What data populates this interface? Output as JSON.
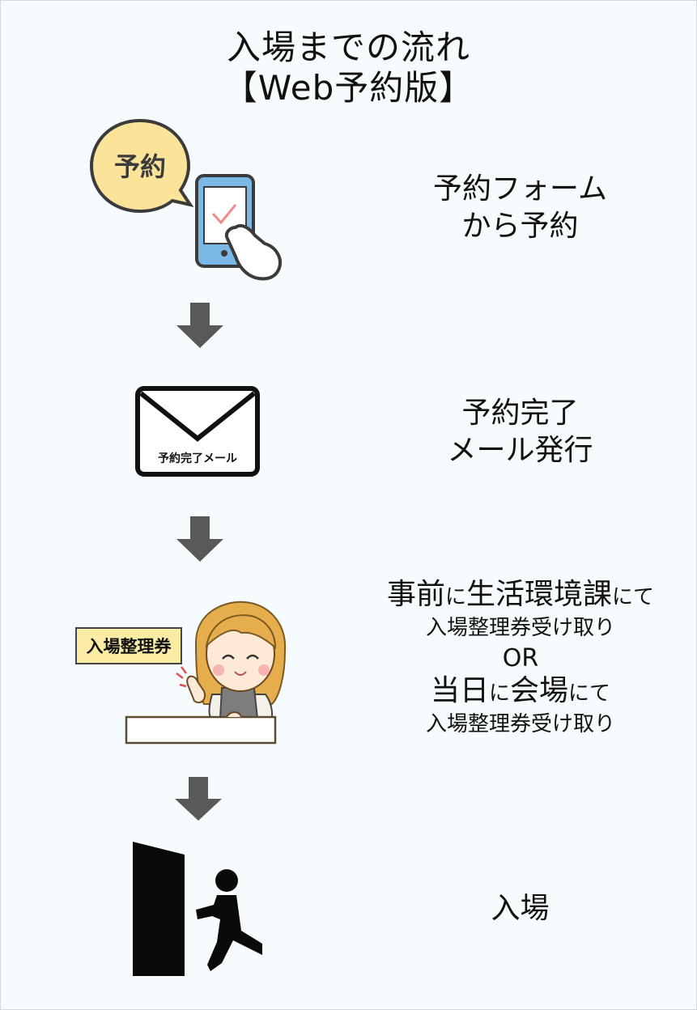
{
  "title": {
    "line1": "入場までの流れ",
    "line2": "【Web予約版】"
  },
  "icons": {
    "reserve_bubble_label": "予約",
    "envelope_label": "予約完了メール",
    "ticket_sign_label": "入場整理券"
  },
  "steps": [
    {
      "line1": "予約フォーム",
      "line2": "から予約"
    },
    {
      "line1": "予約完了",
      "line2": "メール発行"
    },
    {
      "line1_big": "事前",
      "line1_small_a": "に",
      "line1_big_b": "生活環境課",
      "line1_small_b": "にて",
      "line2": "入場整理券受け取り",
      "or": "OR",
      "line3_big": "当日",
      "line3_small_a": "に",
      "line3_big_b": "会場",
      "line3_small_b": "にて",
      "line4": "入場整理券受け取り"
    },
    {
      "line1": "入場"
    }
  ],
  "colors": {
    "background": "#f6fcfe",
    "arrow": "#595959",
    "bubble": "#fbe49a",
    "phone": "#7ab8e6",
    "sign": "#fbeca4"
  }
}
